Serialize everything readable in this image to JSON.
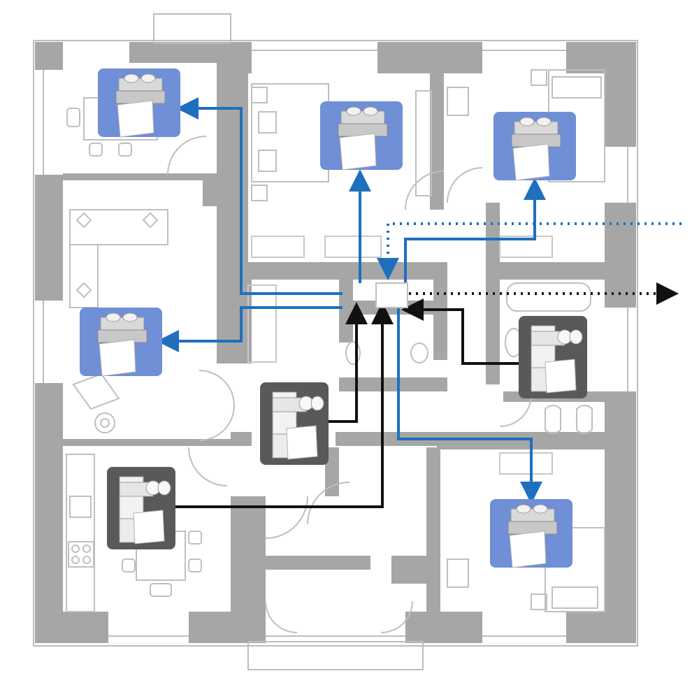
{
  "colors": {
    "background": "#ffffff",
    "wall": "#a6a6a6",
    "wall_edge": "#bdbdbd",
    "furniture_line": "#bfbfbf",
    "supply_flow": "#1f6fbf",
    "extract_flow": "#111111",
    "supply_valve_box": "#6f8fd6",
    "extract_valve_box": "#595959",
    "valve_body": "#f2f2f2"
  },
  "diagram": {
    "kind": "floor-plan-ventilation",
    "supply_terminals": [
      {
        "room": "dining-nw",
        "icon": "supply-valve-icon"
      },
      {
        "room": "bedroom-north",
        "icon": "supply-valve-icon"
      },
      {
        "room": "bedroom-ne",
        "icon": "supply-valve-icon"
      },
      {
        "room": "living-west",
        "icon": "supply-valve-icon"
      },
      {
        "room": "bedroom-se",
        "icon": "supply-valve-icon"
      }
    ],
    "extract_terminals": [
      {
        "room": "bathroom-east",
        "icon": "extract-valve-icon"
      },
      {
        "room": "hall-center",
        "icon": "extract-valve-icon"
      },
      {
        "room": "kitchen-sw",
        "icon": "extract-valve-icon"
      }
    ],
    "outdoor_links": [
      {
        "kind": "intake",
        "style": "dotted",
        "color": "supply"
      },
      {
        "kind": "exhaust",
        "style": "dotted",
        "color": "extract"
      }
    ]
  }
}
